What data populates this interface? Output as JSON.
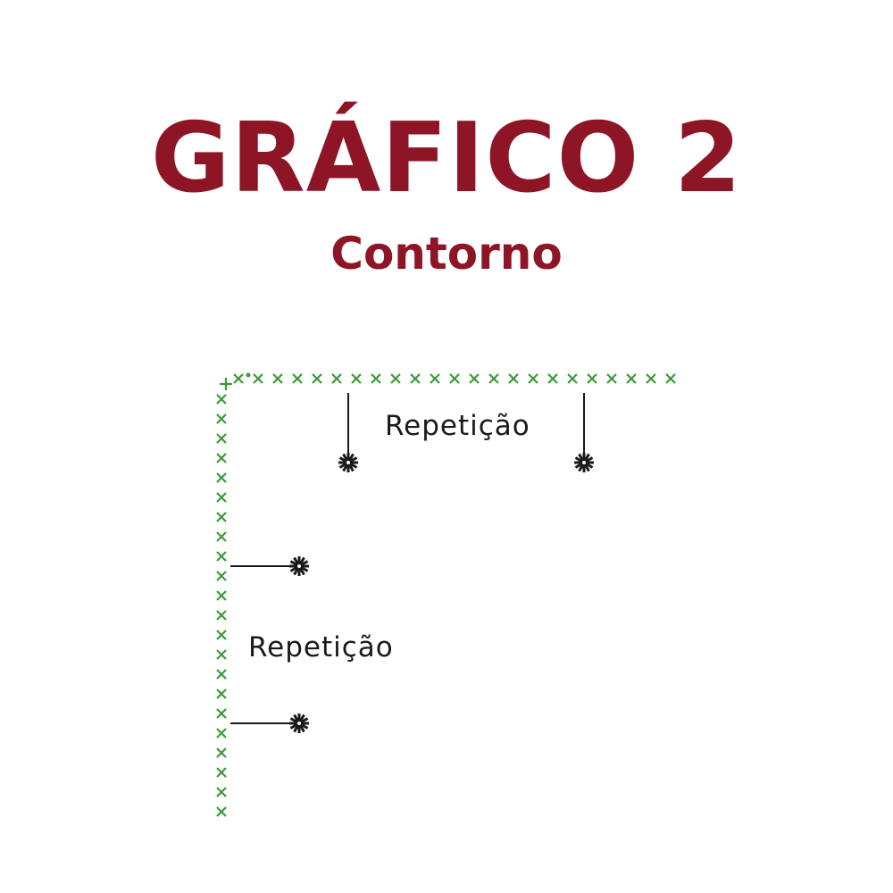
{
  "header": {
    "title": "GRÁFICO 2",
    "subtitle": "Contorno"
  },
  "colors": {
    "title": "#8E1525",
    "stitch": "#3A9A3A",
    "ink": "#1A1A1A"
  },
  "diagram": {
    "top_row": {
      "corner_symbol": "plus",
      "symbol": "cross-stitch-x",
      "count": 23,
      "has_dot_after_first": true
    },
    "left_column": {
      "symbol": "cross-stitch-x",
      "count": 22
    },
    "labels": {
      "top_repeat": "Repetição",
      "left_repeat": "Repetição"
    },
    "markers": [
      {
        "type": "starburst-icon",
        "orientation": "vertical",
        "position": "top-left-of-repeat"
      },
      {
        "type": "starburst-icon",
        "orientation": "vertical",
        "position": "top-right-of-repeat"
      },
      {
        "type": "starburst-icon",
        "orientation": "horizontal",
        "position": "left-top-of-repeat"
      },
      {
        "type": "starburst-icon",
        "orientation": "horizontal",
        "position": "left-bottom-of-repeat"
      }
    ]
  }
}
